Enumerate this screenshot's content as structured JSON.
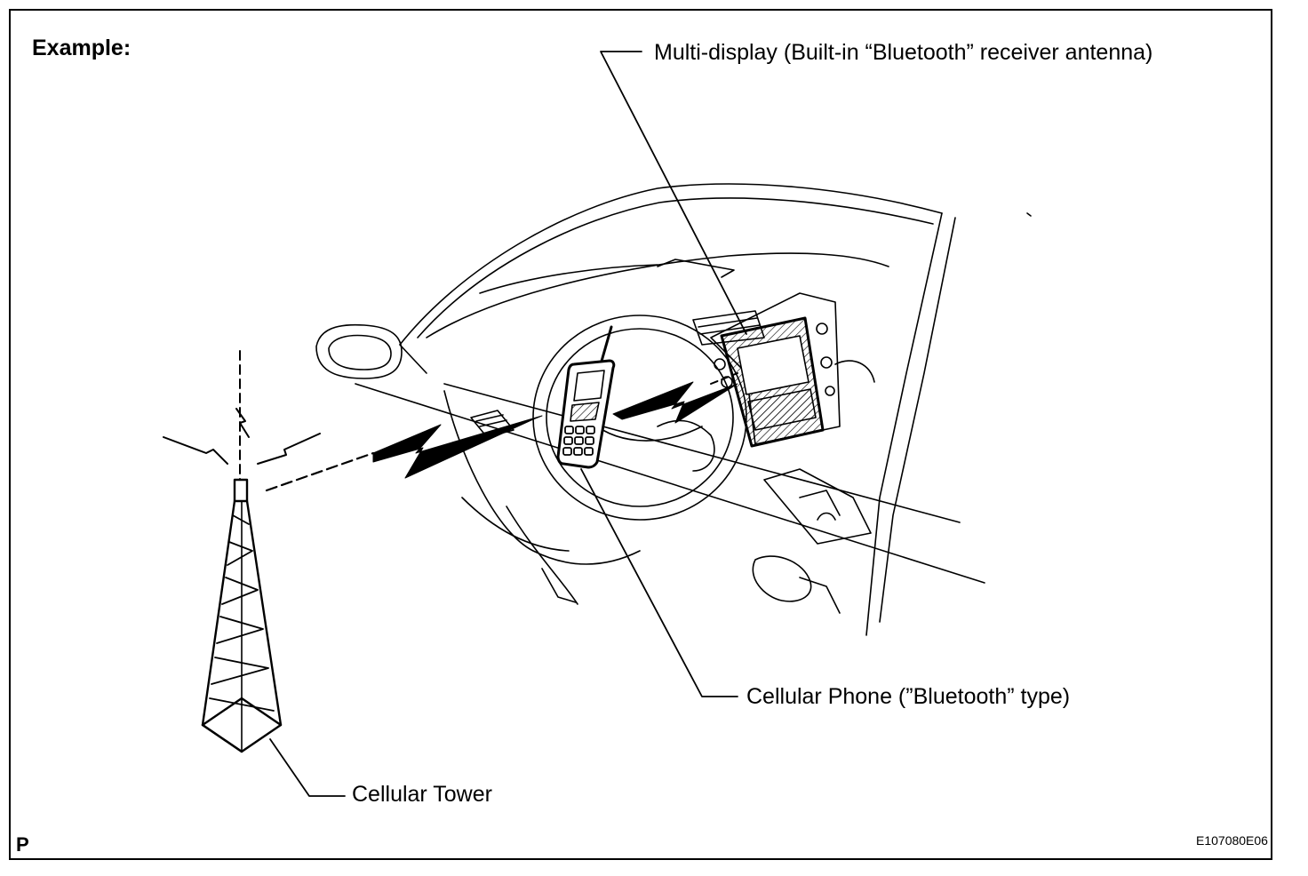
{
  "figure": {
    "example_label": "Example:",
    "callouts": {
      "multi_display": "Multi-display (Built-in “Bluetooth” receiver antenna)",
      "cellular_phone": "Cellular Phone (”Bluetooth” type)",
      "cellular_tower": "Cellular Tower"
    },
    "corner_mark": "P",
    "figure_code": "E107080E06"
  }
}
